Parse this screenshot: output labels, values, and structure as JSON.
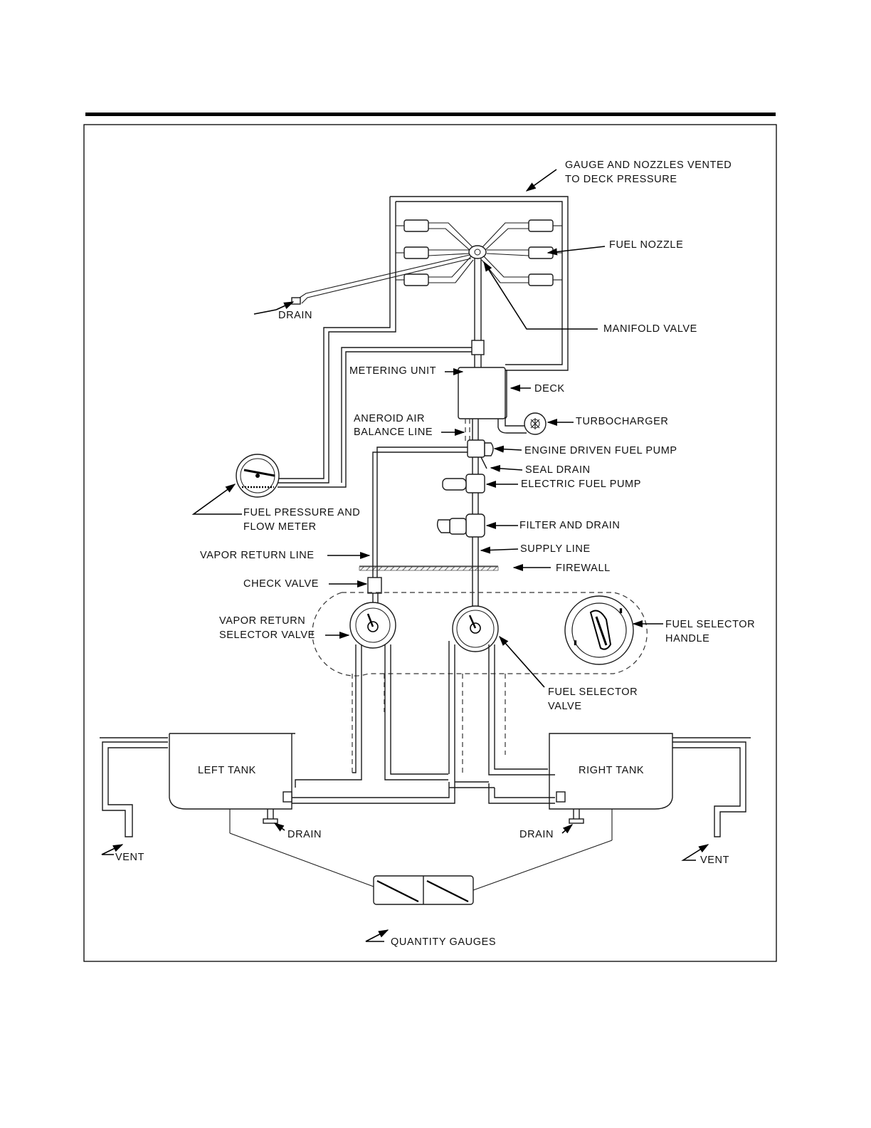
{
  "figure": {
    "labels": {
      "gauge_nozzles_vented_1": "GAUGE AND NOZZLES VENTED",
      "gauge_nozzles_vented_2": "TO DECK PRESSURE",
      "fuel_nozzle": "FUEL NOZZLE",
      "drain_upper": "DRAIN",
      "manifold_valve": "MANIFOLD VALVE",
      "metering_unit": "METERING UNIT",
      "deck": "DECK",
      "aneroid_1": "ANEROID AIR",
      "aneroid_2": "BALANCE LINE",
      "turbocharger": "TURBOCHARGER",
      "engine_driven_pump": "ENGINE DRIVEN FUEL PUMP",
      "seal_drain": "SEAL DRAIN",
      "electric_pump": "ELECTRIC FUEL PUMP",
      "pressure_flow_1": "FUEL PRESSURE AND",
      "pressure_flow_2": "FLOW METER",
      "filter_drain": "FILTER AND DRAIN",
      "vapor_return_line": "VAPOR RETURN LINE",
      "supply_line": "SUPPLY LINE",
      "firewall": "FIREWALL",
      "check_valve": "CHECK VALVE",
      "vapor_selector_1": "VAPOR RETURN",
      "vapor_selector_2": "SELECTOR VALVE",
      "selector_handle_1": "FUEL SELECTOR",
      "selector_handle_2": "HANDLE",
      "selector_valve_1": "FUEL SELECTOR",
      "selector_valve_2": "VALVE",
      "left_tank": "LEFT TANK",
      "right_tank": "RIGHT TANK",
      "drain_left": "DRAIN",
      "drain_right": "DRAIN",
      "vent_left": "VENT",
      "vent_right": "VENT",
      "quantity_gauges": "QUANTITY GAUGES"
    }
  }
}
